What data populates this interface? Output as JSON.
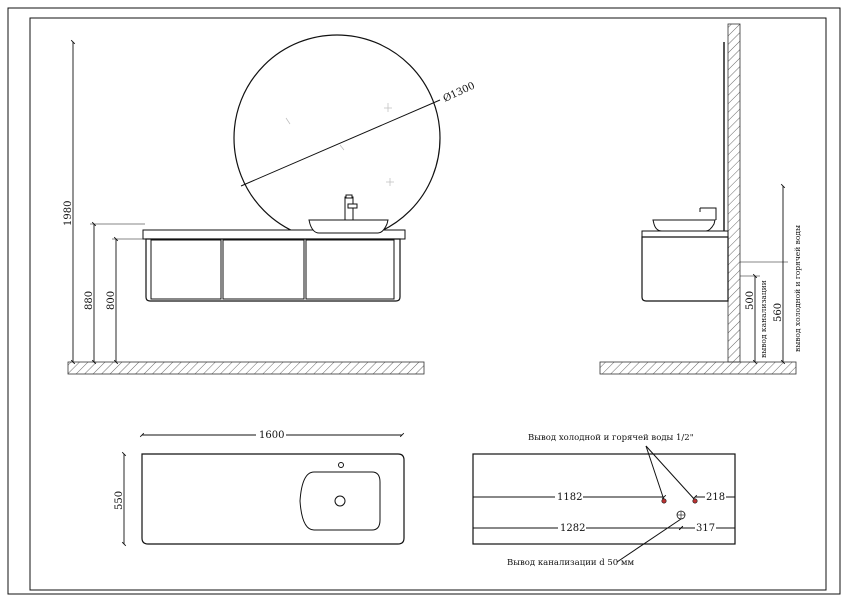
{
  "front_view": {
    "height_total": "1980",
    "height_mid": "880",
    "height_low": "800",
    "mirror_diameter": "Ø1300"
  },
  "side_view": {
    "drain_height": "500",
    "drain_label": "вывод канализации",
    "water_height": "560",
    "water_label": "вывод холодной и горячей воды"
  },
  "top_view": {
    "width": "1600",
    "depth": "550"
  },
  "wall_plan": {
    "water_label": "Вывод холодной и горячей воды 1/2\"",
    "water_left_dist": "1182",
    "water_right_dist": "218",
    "drain_left_dist": "1282",
    "drain_right_dist": "317",
    "drain_label": "Вывод канализации d 50 мм"
  }
}
